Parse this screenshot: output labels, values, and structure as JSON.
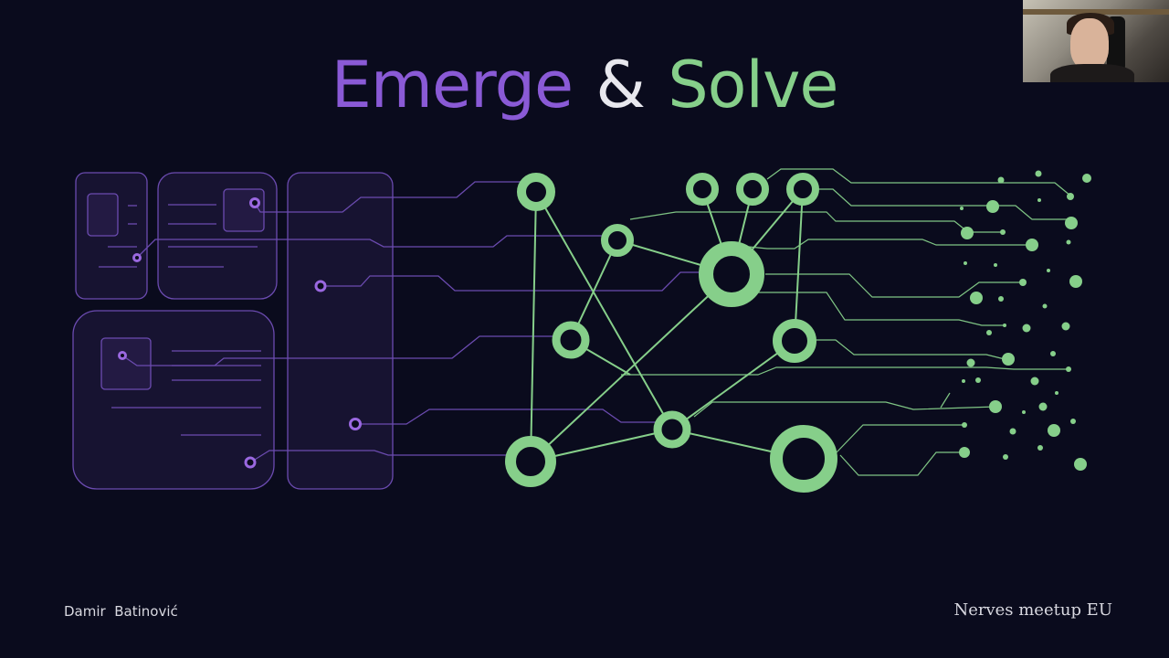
{
  "title": {
    "word1": "Emerge",
    "ampersand": "&",
    "word2": "Solve"
  },
  "footer": {
    "author": "Damir  Batinović",
    "event": "Nerves meetup EU"
  },
  "colors": {
    "background": "#0a0b1d",
    "purple": "#8a5ad6",
    "purple_line": "#6b4bb0",
    "green": "#86cf8a",
    "ampersand": "#e8e8ee",
    "footer_text": "#d8d8e0"
  },
  "icons": [
    "ui-wireframe-panels",
    "network-graph",
    "webcam-overlay"
  ]
}
